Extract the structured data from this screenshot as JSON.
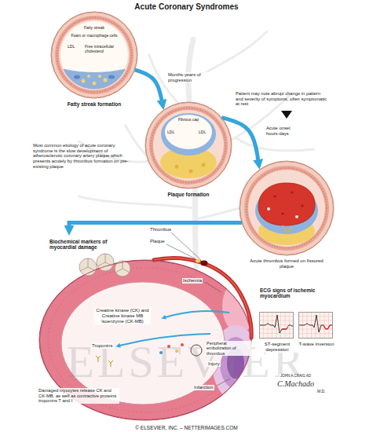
{
  "diagram": {
    "title": "Acute Coronary Syndromes",
    "nodes": [
      {
        "text": [
          "Fatty streak",
          "Foam or macrophage cells",
          "LDL",
          "Free intracellular cholesterol",
          "Fatty streak formation"
        ]
      },
      {
        "text": [
          "Fibrous cap",
          "LDL",
          "LDL",
          "Plaque formation"
        ]
      },
      {
        "text": [
          "Acute thrombus formed on fissured plaque"
        ]
      },
      {
        "text": [
          "Biochemical markers of myocardial damage"
        ]
      },
      {
        "text": [
          "ST-segment depression"
        ]
      },
      {
        "text": [
          "T-wave inversion"
        ]
      }
    ],
    "edges": [
      {
        "from": 0,
        "to": 1,
        "arrow": "to",
        "label": "Months-years of progression"
      },
      {
        "from": 1,
        "to": 2,
        "arrow": "to",
        "label": "Acute onset hours-days"
      },
      {
        "from": 2,
        "to": 3,
        "arrow": "to"
      }
    ],
    "labels": [
      "Most common etiology of acute coronary syndrome is the slow development of atherosclerotic coronary artery plaque which presents acutely by thrombus formation on pre-existing plaque",
      "Patient may note abrupt change in pattern and severity of symptoms, often symptomatic at rest",
      "Thrombus",
      "Plaque",
      "Ischemia",
      "Creatine kinase (CK) and Creatine kinase MB isoenzyme (CK-MB)",
      "Troponins",
      "Peripheral embolization of thrombus",
      "Injury",
      "Infarction",
      "Damaged myocytes release CK and CK-MB, as well as contractive proteins troponins T and I",
      "ECG signs of ischemic myocardium",
      "JOHN A.CRAIG AD",
      "C.Machado",
      "M.D.",
      "© ELSEVIER, INC. – NETTERIMAGES.COM",
      "ELSEVIER"
    ]
  }
}
